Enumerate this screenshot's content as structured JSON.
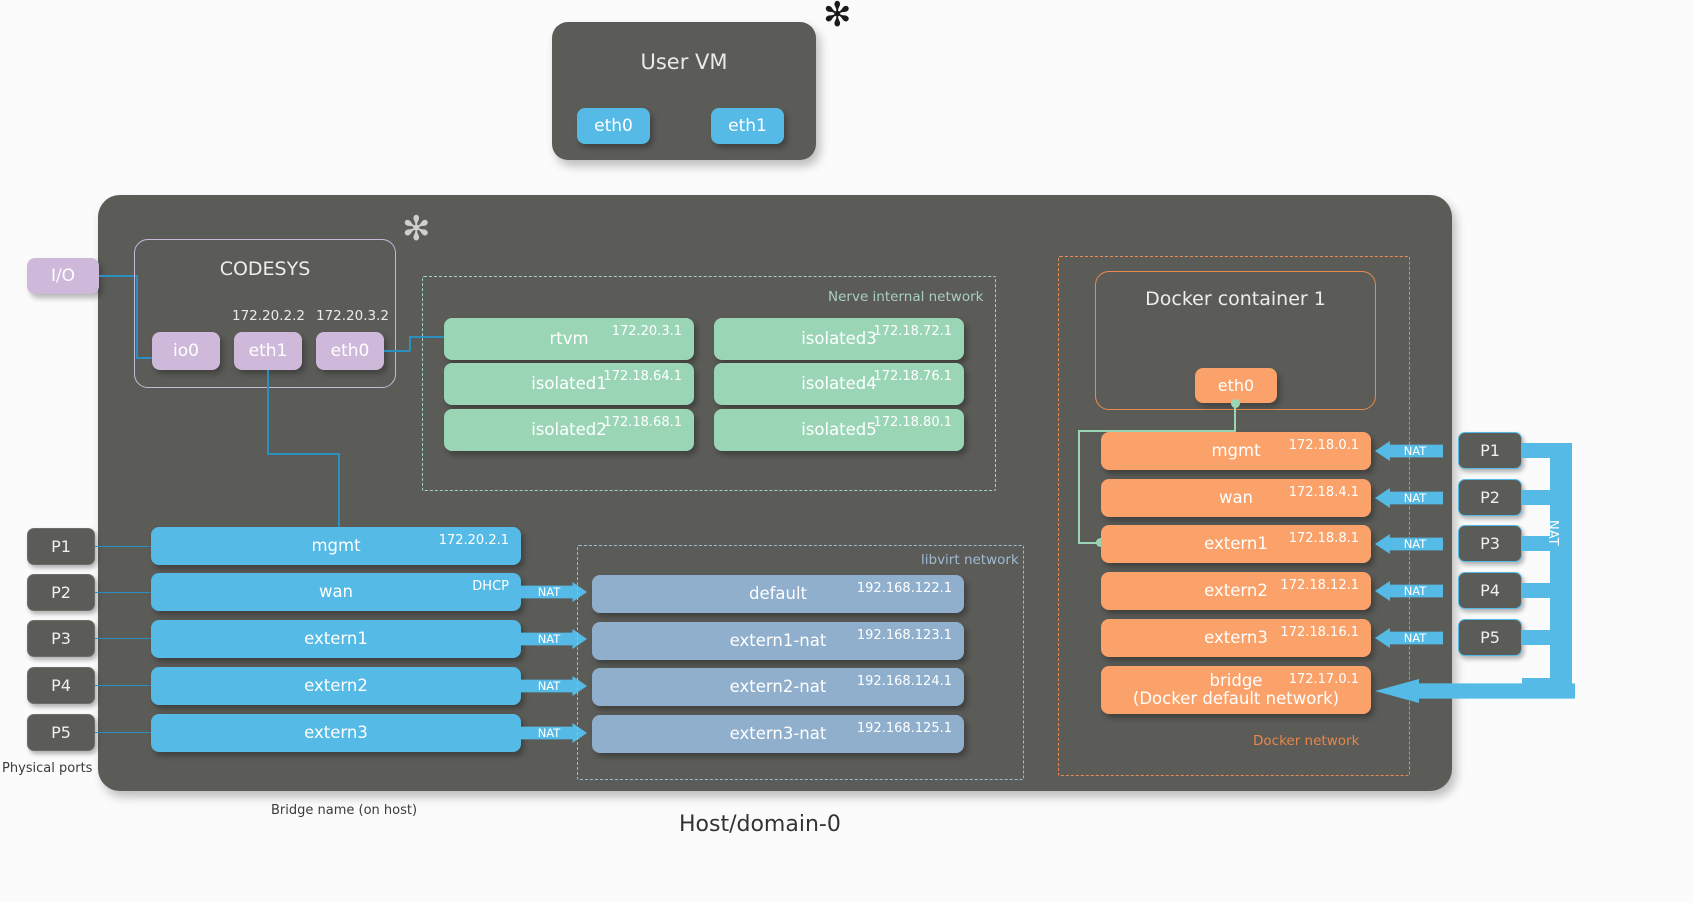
{
  "user_vm": {
    "title": "User VM",
    "interfaces": [
      {
        "label": "eth0"
      },
      {
        "label": "eth1"
      }
    ]
  },
  "host": {
    "caption": "Host/domain-0",
    "bridge_caption": "Bridge name (on host)",
    "physical_ports_caption": "Physical ports"
  },
  "io": {
    "label": "I/O"
  },
  "codesys": {
    "title": "CODESYS",
    "ip_eth1": "172.20.2.2",
    "ip_eth0": "172.20.3.2",
    "interfaces": [
      {
        "label": "io0"
      },
      {
        "label": "eth1"
      },
      {
        "label": "eth0"
      }
    ]
  },
  "nerve_internal": {
    "label": "Nerve internal network",
    "left_column": [
      {
        "name": "rtvm",
        "ip": "172.20.3.1"
      },
      {
        "name": "isolated1",
        "ip": "172.18.64.1"
      },
      {
        "name": "isolated2",
        "ip": "172.18.68.1"
      }
    ],
    "right_column": [
      {
        "name": "isolated3",
        "ip": "172.18.72.1"
      },
      {
        "name": "isolated4",
        "ip": "172.18.76.1"
      },
      {
        "name": "isolated5",
        "ip": "172.18.80.1"
      }
    ]
  },
  "host_bridges": [
    {
      "name": "mgmt",
      "ip": "172.20.2.1",
      "port": "P1",
      "nat": false,
      "nat_label": ""
    },
    {
      "name": "wan",
      "ip": "DHCP",
      "port": "P2",
      "nat": true,
      "nat_label": "NAT"
    },
    {
      "name": "extern1",
      "ip": "",
      "port": "P3",
      "nat": true,
      "nat_label": "NAT"
    },
    {
      "name": "extern2",
      "ip": "",
      "port": "P4",
      "nat": true,
      "nat_label": "NAT"
    },
    {
      "name": "extern3",
      "ip": "",
      "port": "P5",
      "nat": true,
      "nat_label": "NAT"
    }
  ],
  "libvirt": {
    "label": "libvirt network",
    "networks": [
      {
        "name": "default",
        "ip": "192.168.122.1"
      },
      {
        "name": "extern1-nat",
        "ip": "192.168.123.1"
      },
      {
        "name": "extern2-nat",
        "ip": "192.168.124.1"
      },
      {
        "name": "extern3-nat",
        "ip": "192.168.125.1"
      }
    ]
  },
  "docker": {
    "label": "Docker network",
    "container_title": "Docker container 1",
    "container_iface": "eth0",
    "networks": [
      {
        "name": "mgmt",
        "name2": "",
        "ip": "172.18.0.1",
        "port": "P1",
        "nat_label": "NAT"
      },
      {
        "name": "wan",
        "name2": "",
        "ip": "172.18.4.1",
        "port": "P2",
        "nat_label": "NAT"
      },
      {
        "name": "extern1",
        "name2": "",
        "ip": "172.18.8.1",
        "port": "P3",
        "nat_label": "NAT"
      },
      {
        "name": "extern2",
        "name2": "",
        "ip": "172.18.12.1",
        "port": "P4",
        "nat_label": "NAT"
      },
      {
        "name": "extern3",
        "name2": "",
        "ip": "172.18.16.1",
        "port": "P5",
        "nat_label": "NAT"
      },
      {
        "name": "bridge",
        "name2": "(Docker default network)",
        "ip": "172.17.0.1",
        "port": "",
        "nat_label": ""
      }
    ],
    "right_nat_label": "NAT"
  },
  "markers": {
    "asterisk": "✻"
  },
  "colors": {
    "host_panel": "#5b5b58",
    "blue": "#55bbe6",
    "green": "#9ad6b6",
    "steel": "#8fafcc",
    "orange": "#fba26a",
    "purple": "#ceb9da"
  }
}
